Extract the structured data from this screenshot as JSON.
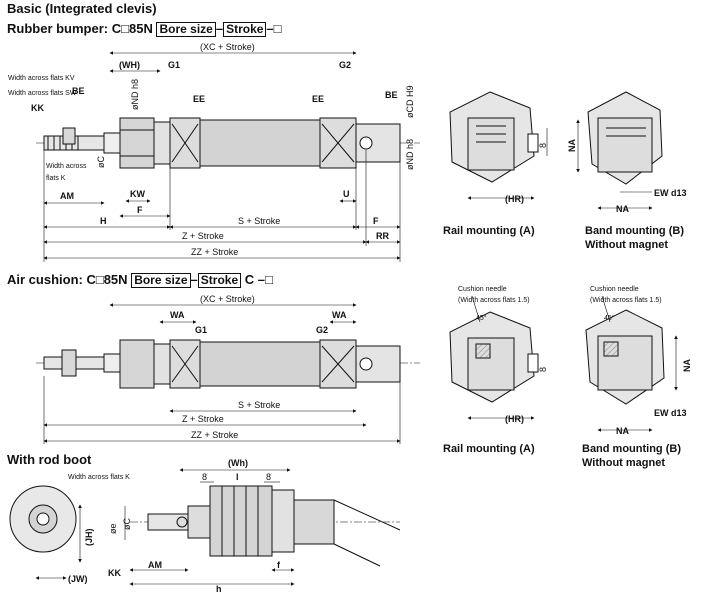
{
  "header": {
    "title": "Basic (Integrated clevis)"
  },
  "rubber": {
    "label": "Rubber bumper: C",
    "model": "85N",
    "bore": "Bore size",
    "dash1": "–",
    "stroke": "Stroke",
    "dash2": "–",
    "sq": "□"
  },
  "air": {
    "label": "Air cushion: C",
    "model": "85N",
    "bore": "Bore size",
    "dash1": "–",
    "stroke": "Stroke",
    "suffix": "C –",
    "sq": "□"
  },
  "boot": {
    "title": "With rod boot"
  },
  "captions": {
    "rail_a": "Rail mounting (A)",
    "band_b": "Band mounting (B)",
    "without_magnet": "Without magnet"
  },
  "dims1": {
    "xc": "(XC + Stroke)",
    "wh": "(WH)",
    "g1": "G1",
    "g2": "G2",
    "kv": "Width across flats KV",
    "sw": "Width across flats SW",
    "be": "BE",
    "kk": "KK",
    "nd": "øND h8",
    "ee": "EE",
    "cd": "øCD H9",
    "wk": "Width across",
    "wk2": "flats K",
    "c": "øC",
    "am": "AM",
    "kw": "KW",
    "f": "F",
    "u": "U",
    "h": "H",
    "s": "S + Stroke",
    "f2": "F",
    "z": "Z + Stroke",
    "rr": "RR",
    "zz": "ZZ + Stroke"
  },
  "dims2": {
    "xc": "(XC + Stroke)",
    "wa": "WA",
    "g1": "G1",
    "g2": "G2",
    "wa2": "WA",
    "s": "S + Stroke",
    "z": "Z + Stroke",
    "zz": "ZZ + Stroke"
  },
  "dims3": {
    "wh": "(Wh)",
    "wk": "Width across flats K",
    "e8": "8",
    "l": "l",
    "e8b": "8",
    "e": "øe",
    "c": "øC",
    "jh": "(JH)",
    "jw": "(JW)",
    "kk": "KK",
    "am": "AM",
    "f": "f",
    "h": "h"
  },
  "sideviews": {
    "hr": "(HR)",
    "na": "NA",
    "ew": "EW d13",
    "na2": "NA",
    "v8": "8",
    "hr2": "(HR)",
    "na3": "NA",
    "ew2": "EW d13",
    "na4": "NA",
    "v8b": "8",
    "needle": "Cushion needle",
    "needle_wf": "(Width across flats 1.5)",
    "angle": "45°",
    "needle2": "Cushion needle",
    "needle_wf2": "(Width across flats 1.5)",
    "angle2": "45°"
  }
}
